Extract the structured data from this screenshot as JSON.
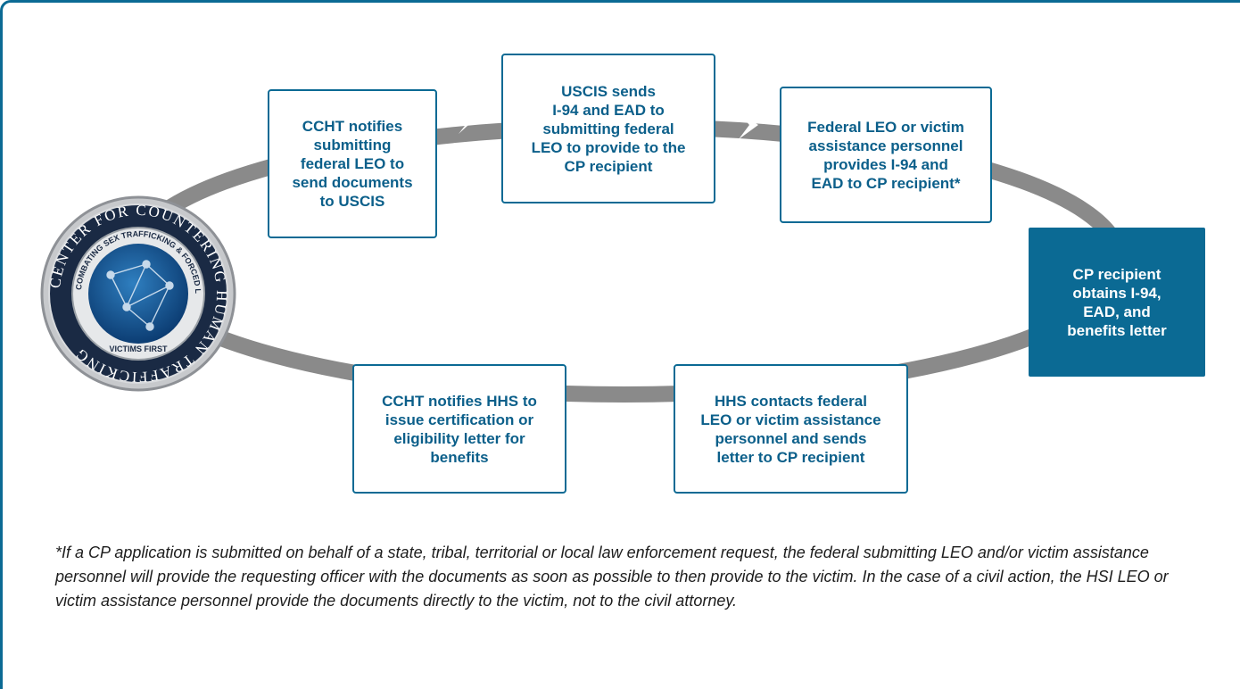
{
  "steps": [
    {
      "label": "CCHT notifies\nsubmitting\nfederal LEO to\nsend documents\nto USCIS"
    },
    {
      "label": "USCIS sends\nI-94 and EAD to\nsubmitting federal\nLEO to provide to the\nCP recipient"
    },
    {
      "label": "Federal LEO or victim\nassistance personnel\nprovides I-94 and\nEAD to CP recipient*"
    },
    {
      "label": "CP recipient\nobtains I-94,\nEAD, and\nbenefits letter"
    },
    {
      "label": "HHS contacts federal\nLEO or victim assistance\npersonnel and sends\nletter to CP recipient"
    },
    {
      "label": "CCHT notifies HHS to\nissue certification or\neligibility letter for\nbenefits"
    }
  ],
  "seal": {
    "outer_text": "CENTER FOR COUNTERING HUMAN TRAFFICKING",
    "inner_text": "COMBATING SEX TRAFFICKING & FORCED LABOR",
    "motto": "VICTIMS FIRST"
  },
  "footnote": "*If a CP application is submitted on behalf of a state, tribal, territorial or local law enforcement request, the federal submitting LEO and/or victim assistance personnel will provide the requesting officer with the documents as soon as possible to then provide to the victim. In the case of a civil action, the HSI LEO or victim assistance personnel provide the documents directly to the victim, not to the civil attorney.",
  "colors": {
    "accent": "#0b6a94",
    "ring": "#8a8a8a"
  }
}
